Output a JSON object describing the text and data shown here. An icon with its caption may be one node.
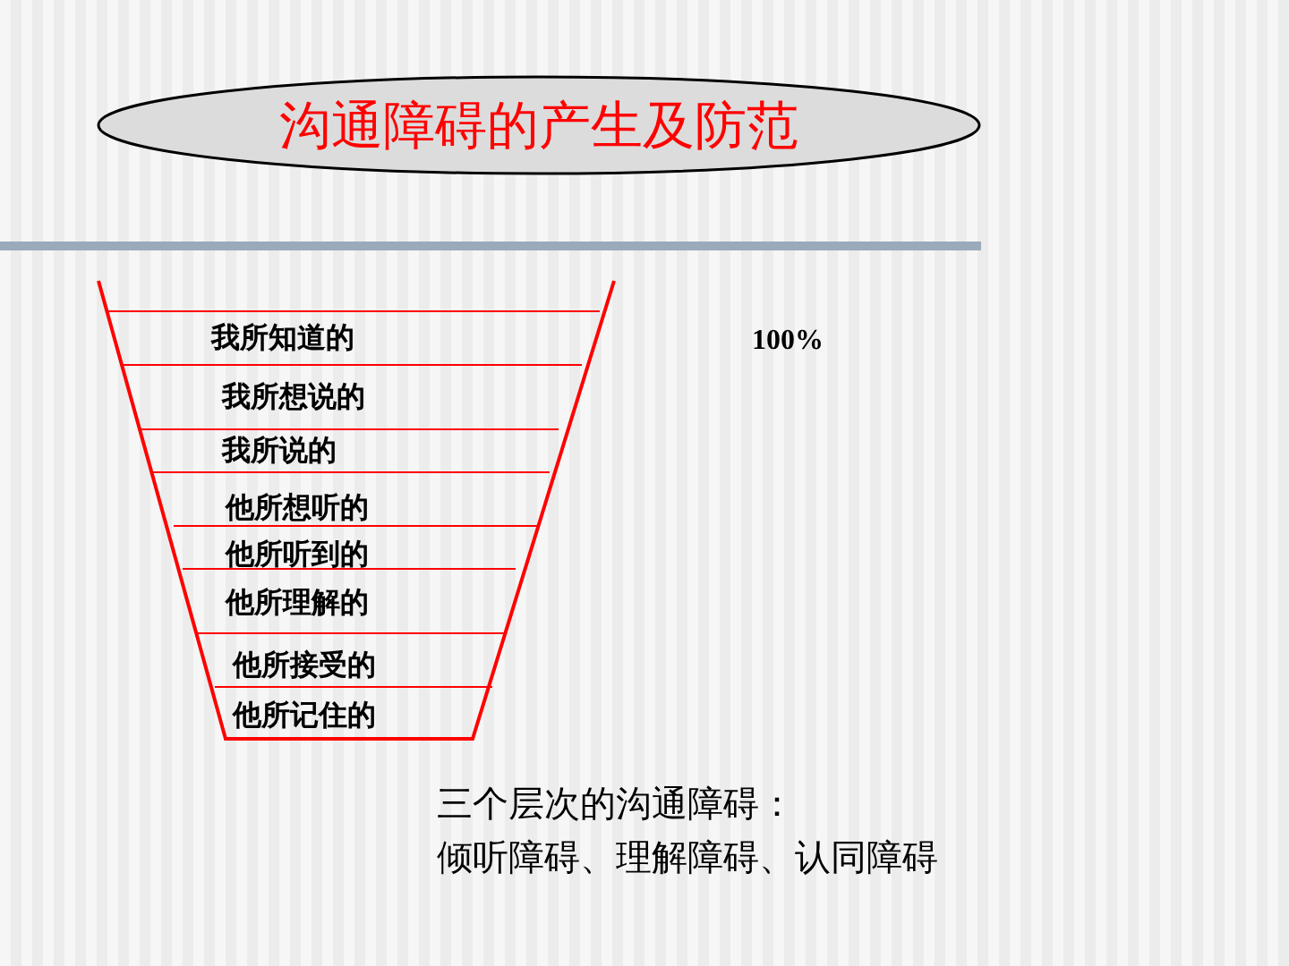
{
  "diagram": {
    "title": "沟通障碍的产生及防范",
    "labels": [
      "我所知道的",
      "100%",
      "我所想说的",
      "我所说的",
      "他所想听的",
      "他所听到的",
      "他所理解的",
      "他所接受的",
      "他所记住的",
      "三个层次的沟通障碍：",
      "倾听障碍、理解障碍、认同障碍"
    ]
  }
}
